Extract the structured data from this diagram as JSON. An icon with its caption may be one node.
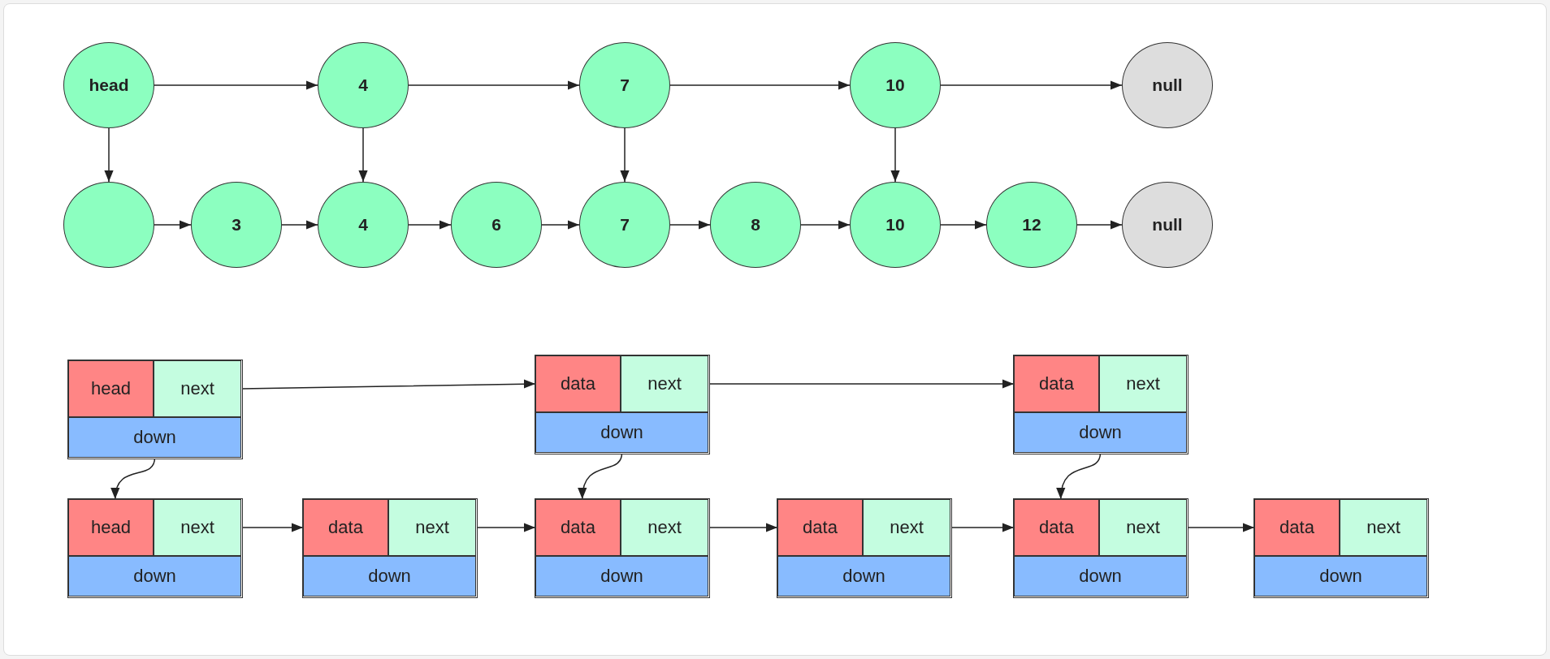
{
  "diagram": {
    "nodes": [
      {
        "text": [
          "head"
        ]
      },
      {
        "text": [
          "4"
        ]
      },
      {
        "text": [
          "7"
        ]
      },
      {
        "text": [
          "10"
        ]
      },
      {
        "text": [
          "null"
        ]
      },
      {
        "text": [],
        "shape": "circle"
      },
      {
        "text": [
          "3"
        ]
      },
      {
        "text": [
          "4"
        ]
      },
      {
        "text": [
          "6"
        ]
      },
      {
        "text": [
          "7"
        ]
      },
      {
        "text": [
          "8"
        ]
      },
      {
        "text": [
          "10"
        ]
      },
      {
        "text": [
          "12"
        ]
      },
      {
        "text": [
          "null"
        ]
      },
      {
        "text": [],
        "shape": "box"
      },
      {
        "text": [
          "head"
        ],
        "in": 14
      },
      {
        "text": [
          "next"
        ],
        "in": 14
      },
      {
        "text": [
          "down"
        ],
        "in": 14
      },
      {
        "text": [],
        "shape": "box"
      },
      {
        "text": [
          "data"
        ],
        "in": 18
      },
      {
        "text": [
          "next"
        ],
        "in": 18
      },
      {
        "text": [
          "down"
        ],
        "in": 18
      },
      {
        "text": [],
        "shape": "box"
      },
      {
        "text": [
          "data"
        ],
        "in": 22
      },
      {
        "text": [
          "next"
        ],
        "in": 22
      },
      {
        "text": [
          "down"
        ],
        "in": 22
      },
      {
        "text": [],
        "shape": "box"
      },
      {
        "text": [
          "head"
        ],
        "in": 26
      },
      {
        "text": [
          "next"
        ],
        "in": 26
      },
      {
        "text": [
          "down"
        ],
        "in": 26
      },
      {
        "text": [],
        "shape": "box"
      },
      {
        "text": [
          "data"
        ],
        "in": 30
      },
      {
        "text": [
          "next"
        ],
        "in": 30
      },
      {
        "text": [
          "down"
        ],
        "in": 30
      },
      {
        "text": [],
        "shape": "box"
      },
      {
        "text": [
          "data"
        ],
        "in": 34
      },
      {
        "text": [
          "next"
        ],
        "in": 34
      },
      {
        "text": [
          "down"
        ],
        "in": 34
      },
      {
        "text": [],
        "shape": "box"
      },
      {
        "text": [
          "data"
        ],
        "in": 38
      },
      {
        "text": [
          "next"
        ],
        "in": 38
      },
      {
        "text": [
          "down"
        ],
        "in": 38
      },
      {
        "text": [],
        "shape": "box"
      },
      {
        "text": [
          "data"
        ],
        "in": 42
      },
      {
        "text": [
          "next"
        ],
        "in": 42
      },
      {
        "text": [
          "down"
        ],
        "in": 42
      },
      {
        "text": [],
        "shape": "box"
      },
      {
        "text": [
          "data"
        ],
        "in": 46
      },
      {
        "text": [
          "next"
        ],
        "in": 46
      },
      {
        "text": [
          "down"
        ],
        "in": 46
      }
    ],
    "edges": [
      {
        "from": 0,
        "to": 1,
        "arrow": "to"
      },
      {
        "from": 1,
        "to": 2,
        "arrow": "to"
      },
      {
        "from": 2,
        "to": 3,
        "arrow": "to"
      },
      {
        "from": 3,
        "to": 4,
        "arrow": "to"
      },
      {
        "from": 0,
        "to": 5,
        "arrow": "to"
      },
      {
        "from": 1,
        "to": 7,
        "arrow": "to"
      },
      {
        "from": 2,
        "to": 9,
        "arrow": "to"
      },
      {
        "from": 3,
        "to": 11,
        "arrow": "to"
      },
      {
        "from": 5,
        "to": 6,
        "arrow": "to"
      },
      {
        "from": 6,
        "to": 7,
        "arrow": "to"
      },
      {
        "from": 7,
        "to": 8,
        "arrow": "to"
      },
      {
        "from": 8,
        "to": 9,
        "arrow": "to"
      },
      {
        "from": 9,
        "to": 10,
        "arrow": "to"
      },
      {
        "from": 10,
        "to": 11,
        "arrow": "to"
      },
      {
        "from": 11,
        "to": 12,
        "arrow": "to"
      },
      {
        "from": 12,
        "to": 13,
        "arrow": "to"
      },
      {
        "from": 16,
        "to": 19,
        "arrow": "to"
      },
      {
        "from": 20,
        "to": 23,
        "arrow": "to"
      },
      {
        "from": 17,
        "to": 27,
        "arrow": "to"
      },
      {
        "from": 21,
        "to": 35,
        "arrow": "to"
      },
      {
        "from": 25,
        "to": 43,
        "arrow": "to"
      },
      {
        "from": 28,
        "to": 31,
        "arrow": "to"
      },
      {
        "from": 32,
        "to": 35,
        "arrow": "to"
      },
      {
        "from": 36,
        "to": 39,
        "arrow": "to"
      },
      {
        "from": 40,
        "to": 43,
        "arrow": "to"
      },
      {
        "from": 44,
        "to": 47,
        "arrow": "to"
      }
    ]
  }
}
